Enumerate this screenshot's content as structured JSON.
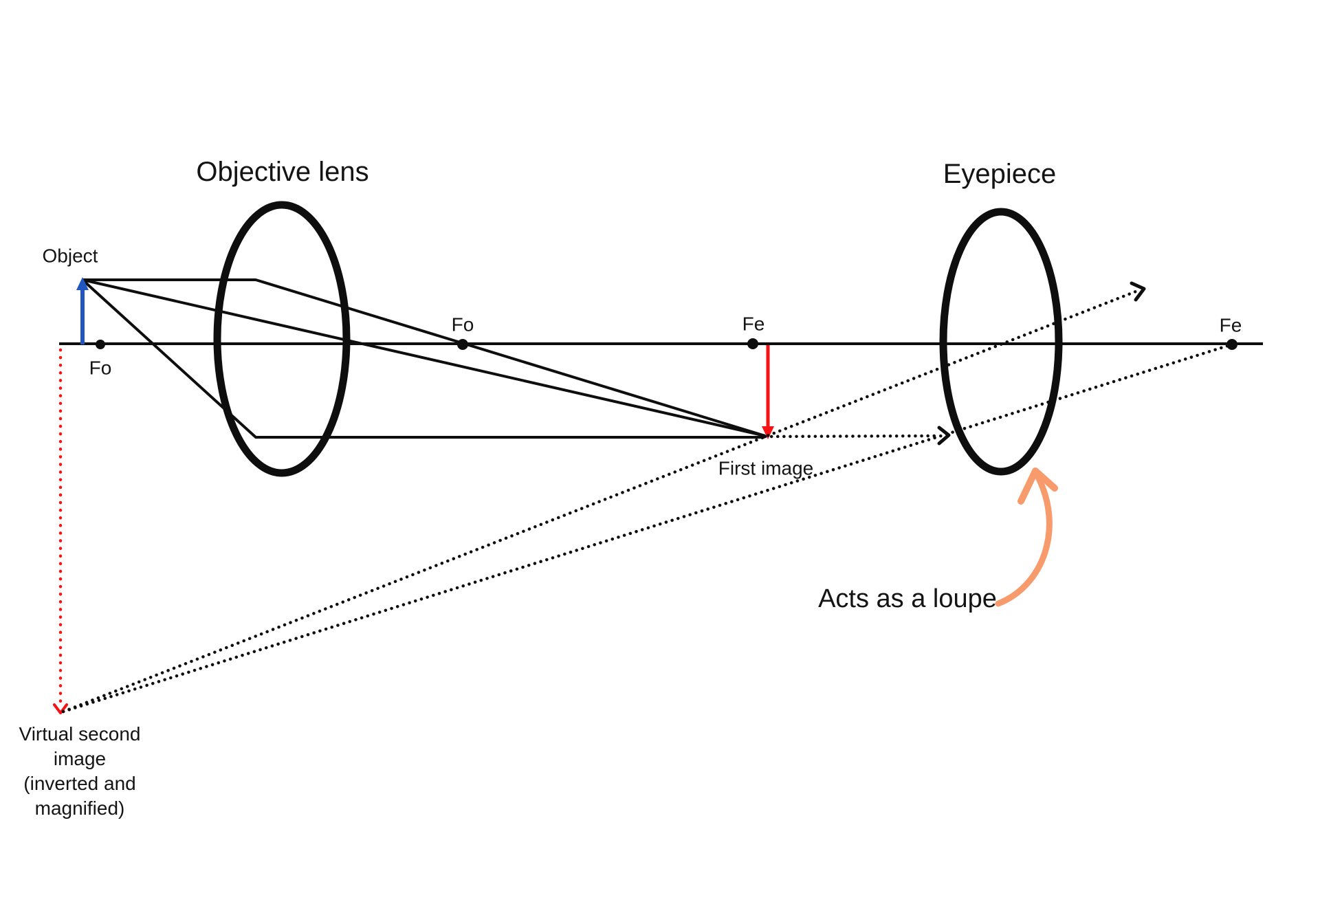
{
  "diagram": {
    "titles": {
      "objective": "Objective lens",
      "eyepiece": "Eyepiece"
    },
    "labels": {
      "object": "Object",
      "fo_object_side": "Fo",
      "fo_image_side": "Fo",
      "fe_objective_side": "Fe",
      "fe_eyepiece_side": "Fe",
      "first_image": "First image",
      "loupe_note": "Acts as a loupe"
    },
    "virtual_image_caption": {
      "lines": [
        "Virtual second",
        "image",
        "(inverted and",
        "magnified)"
      ]
    },
    "colors": {
      "object_arrow_blue": "#2156c0",
      "image_arrow_red": "#f61313",
      "annotation_orange": "#f89b6c",
      "line_black": "#0e0e0e",
      "background": "#ffffff"
    }
  }
}
